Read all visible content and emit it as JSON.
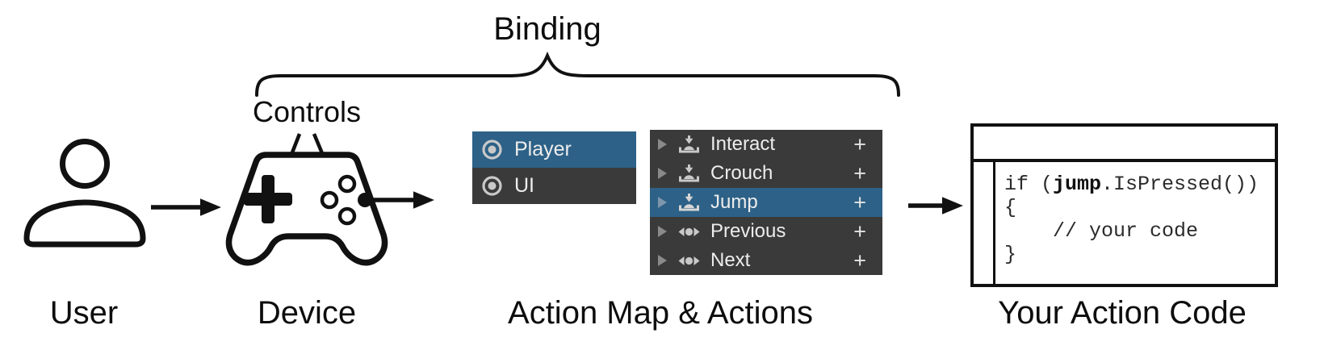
{
  "diagram": {
    "binding_label": "Binding",
    "controls_label": "Controls",
    "stage_labels": {
      "user": "User",
      "device": "Device",
      "action_map": "Action Map & Actions",
      "action_code": "Your Action Code"
    }
  },
  "panels": {
    "action_map": {
      "items": [
        {
          "label": "Player",
          "icon": "action-map-icon",
          "selected": true
        },
        {
          "label": "UI",
          "icon": "action-map-icon",
          "selected": false
        }
      ]
    },
    "actions": {
      "items": [
        {
          "label": "Interact",
          "icon": "button-action-icon",
          "selected": false,
          "add_label": "+"
        },
        {
          "label": "Crouch",
          "icon": "button-action-icon",
          "selected": false,
          "add_label": "+"
        },
        {
          "label": "Jump",
          "icon": "button-action-icon",
          "selected": true,
          "add_label": "+"
        },
        {
          "label": "Previous",
          "icon": "axis-action-icon",
          "selected": false,
          "add_label": "+"
        },
        {
          "label": "Next",
          "icon": "axis-action-icon",
          "selected": false,
          "add_label": "+"
        }
      ]
    }
  },
  "code_box": {
    "line1_pre": "if (",
    "line1_keyword": "jump",
    "line1_post": ".IsPressed())",
    "line2": "{",
    "line3": "    // your code",
    "line4": "}"
  },
  "colors": {
    "selection_blue": "#2d6187",
    "panel_dark": "#3a3a3a",
    "panel_text": "#ededed",
    "ink": "#111111"
  }
}
